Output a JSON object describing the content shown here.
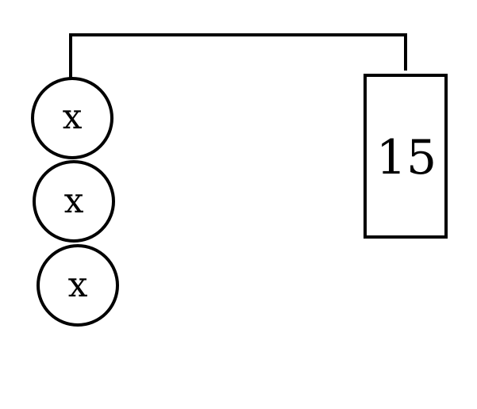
{
  "balance": {
    "left_pan": {
      "items": [
        {
          "label": "x"
        },
        {
          "label": "x"
        },
        {
          "label": "x"
        }
      ]
    },
    "right_pan": {
      "label": "15"
    }
  },
  "colors": {
    "stroke": "#000000",
    "background": "#ffffff"
  }
}
